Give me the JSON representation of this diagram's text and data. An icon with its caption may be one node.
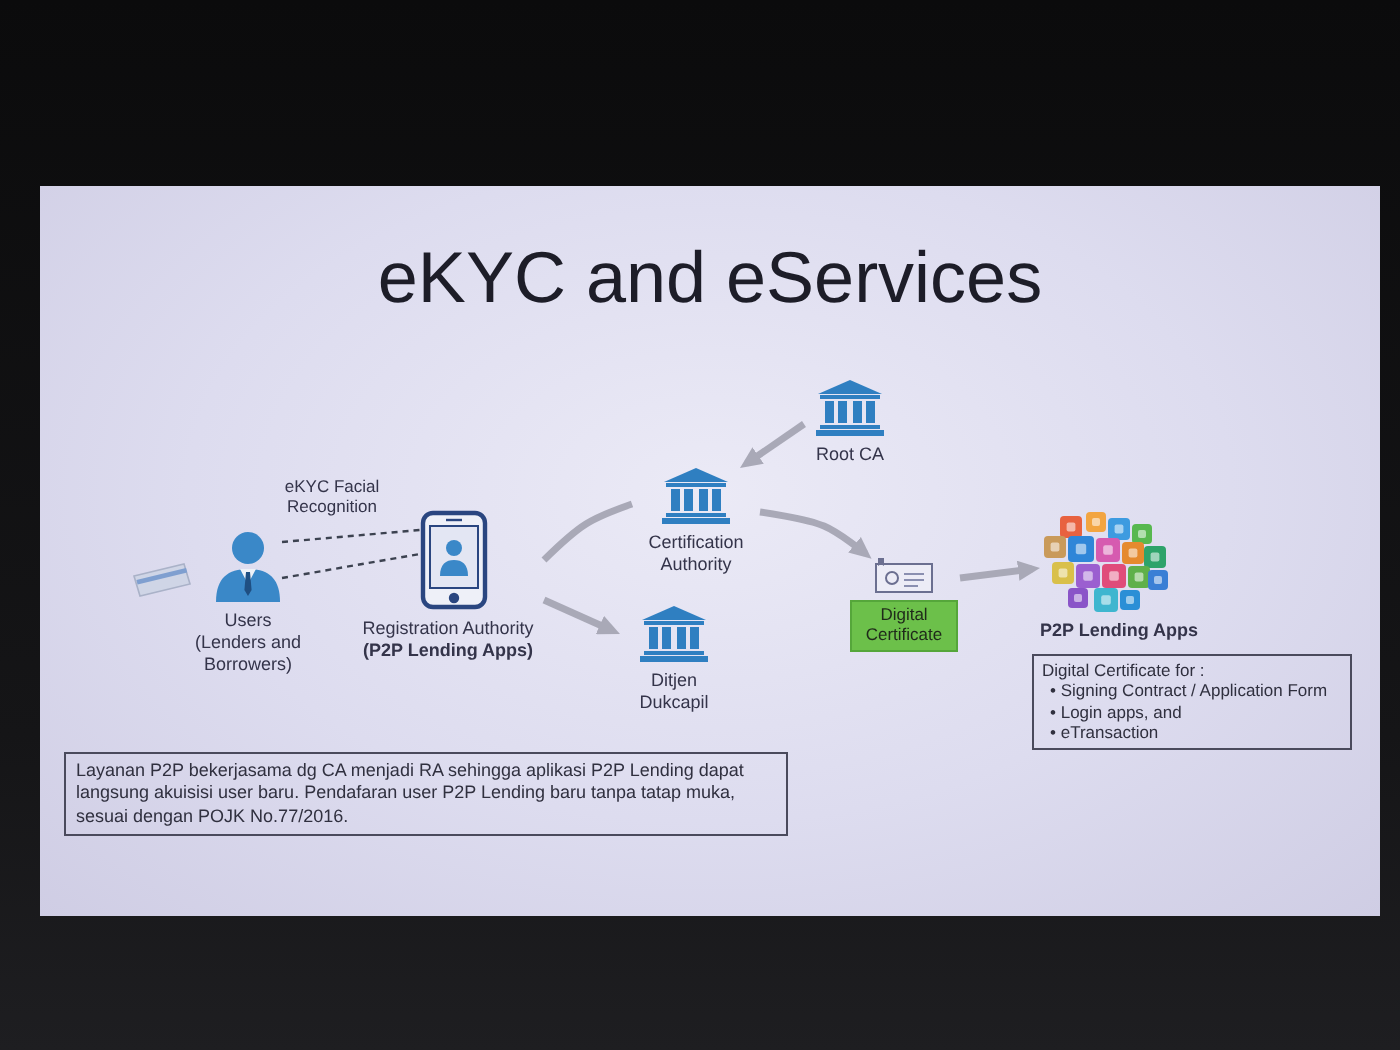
{
  "diagram": {
    "title": "eKYC and eServices",
    "nodes": [
      {
        "text": [
          "Users (Lenders and Borrowers)"
        ]
      },
      {
        "text": [
          "Registration Authority **(P2P Lending Apps)**"
        ]
      },
      {
        "text": [
          "Certification Authority"
        ]
      },
      {
        "text": [
          "Root CA"
        ]
      },
      {
        "text": [
          "Ditjen Dukcapil"
        ]
      },
      {
        "text": [
          "Digital Certificate"
        ]
      },
      {
        "text": [
          "P2P Lending Apps"
        ]
      },
      {
        "text": [
          "Digital Certificate for :",
          "• Signing Contract / Application Form",
          "• Login apps, and",
          "• eTransaction"
        ]
      },
      {
        "text": [
          "Layanan P2P bekerjasama dg CA menjadi RA sehingga aplikasi P2P Lending dapat langsung akuisisi user baru. Pendafaran user P2P Lending baru tanpa tatap muka, sesuai dengan POJK No.77/2016."
        ]
      }
    ],
    "edges": [
      {
        "from": 0,
        "to": 1,
        "arrow": "none",
        "style": "dashed",
        "color": "#3c4250",
        "label": "eKYC Facial Recognition"
      },
      {
        "from": 0,
        "to": 1,
        "arrow": "none",
        "style": "dashed",
        "color": "#3c4250"
      },
      {
        "from": 1,
        "to": 2,
        "arrow": "none"
      },
      {
        "from": 1,
        "to": 4,
        "arrow": "to"
      },
      {
        "from": 3,
        "to": 2,
        "arrow": "to"
      },
      {
        "from": 2,
        "to": 5,
        "arrow": "to"
      },
      {
        "from": 5,
        "to": 6,
        "arrow": "to"
      }
    ]
  }
}
